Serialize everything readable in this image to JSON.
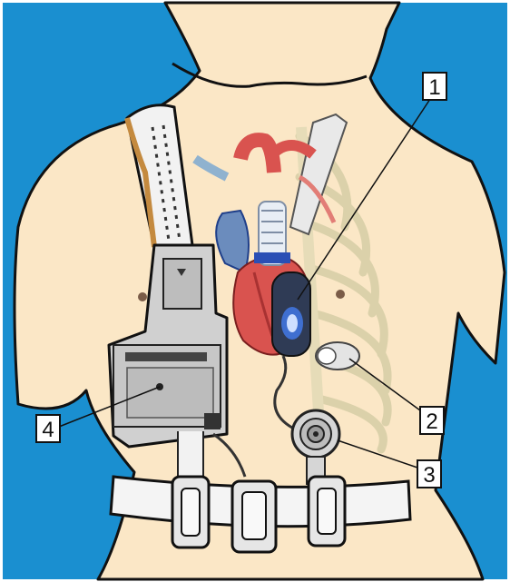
{
  "diagram": {
    "labels": [
      {
        "id": "label-1",
        "text": "1"
      },
      {
        "id": "label-2",
        "text": "2"
      },
      {
        "id": "label-3",
        "text": "3"
      },
      {
        "id": "label-4",
        "text": "4"
      }
    ]
  },
  "colors": {
    "background": "#1a8fd0",
    "skin": "#fbe7c6",
    "outline": "#111111",
    "strap": "#f2f2f2",
    "controller": "#c9c9c9",
    "heart": "#d9534f",
    "pump": "#2f3b55",
    "ribs": "#efe6c8"
  }
}
